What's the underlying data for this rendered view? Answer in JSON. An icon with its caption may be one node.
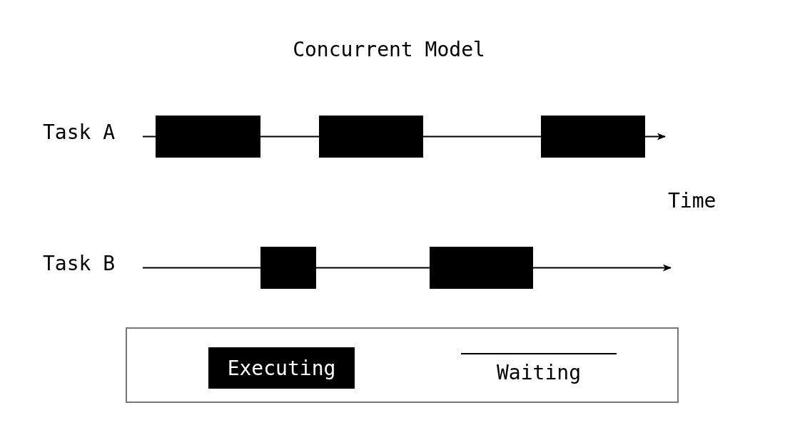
{
  "diagram": {
    "title": "Concurrent Model",
    "nodes": [
      {
        "text": [],
        "shape": "bar"
      },
      {
        "text": [],
        "shape": "bar"
      },
      {
        "text": [],
        "shape": "bar"
      },
      {
        "text": [],
        "shape": "bar"
      },
      {
        "text": [],
        "shape": "bar"
      }
    ],
    "edges": [
      {
        "from": null,
        "to": 0,
        "arrow": "none"
      },
      {
        "from": 0,
        "to": 1,
        "arrow": "none"
      },
      {
        "from": 1,
        "to": 2,
        "arrow": "none"
      },
      {
        "from": 2,
        "to": null,
        "arrow": "to"
      },
      {
        "from": null,
        "to": 3,
        "arrow": "none"
      },
      {
        "from": 3,
        "to": 4,
        "arrow": "none"
      },
      {
        "from": 4,
        "to": null,
        "arrow": "to"
      }
    ],
    "labels": [
      "Task A",
      "Time",
      "Task B"
    ],
    "legend": [
      {
        "text": "Executing",
        "color": "#000000"
      },
      {
        "text": "Waiting"
      }
    ]
  }
}
